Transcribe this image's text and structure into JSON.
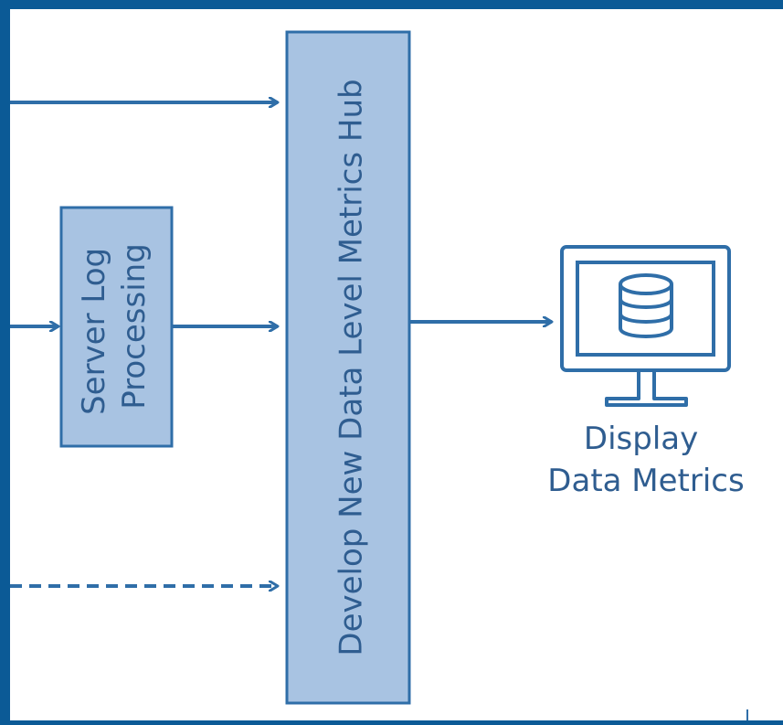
{
  "diagram": {
    "boxes": {
      "server_log_processing": {
        "line1": "Server Log",
        "line2": "Processing"
      },
      "metrics_hub": {
        "label": "Develop New Data Level Metrics Hub"
      }
    },
    "display_node": {
      "line1": "Display",
      "line2": "Data Metrics",
      "icon": "monitor-database-icon"
    }
  },
  "colors": {
    "outer_frame": "#0b5a96",
    "diagram_background": "#ffffff",
    "box_fill": "#a8c3e2",
    "box_stroke": "#2f6ea8",
    "line": "#2f6ea8",
    "text": "#2f5d90"
  }
}
